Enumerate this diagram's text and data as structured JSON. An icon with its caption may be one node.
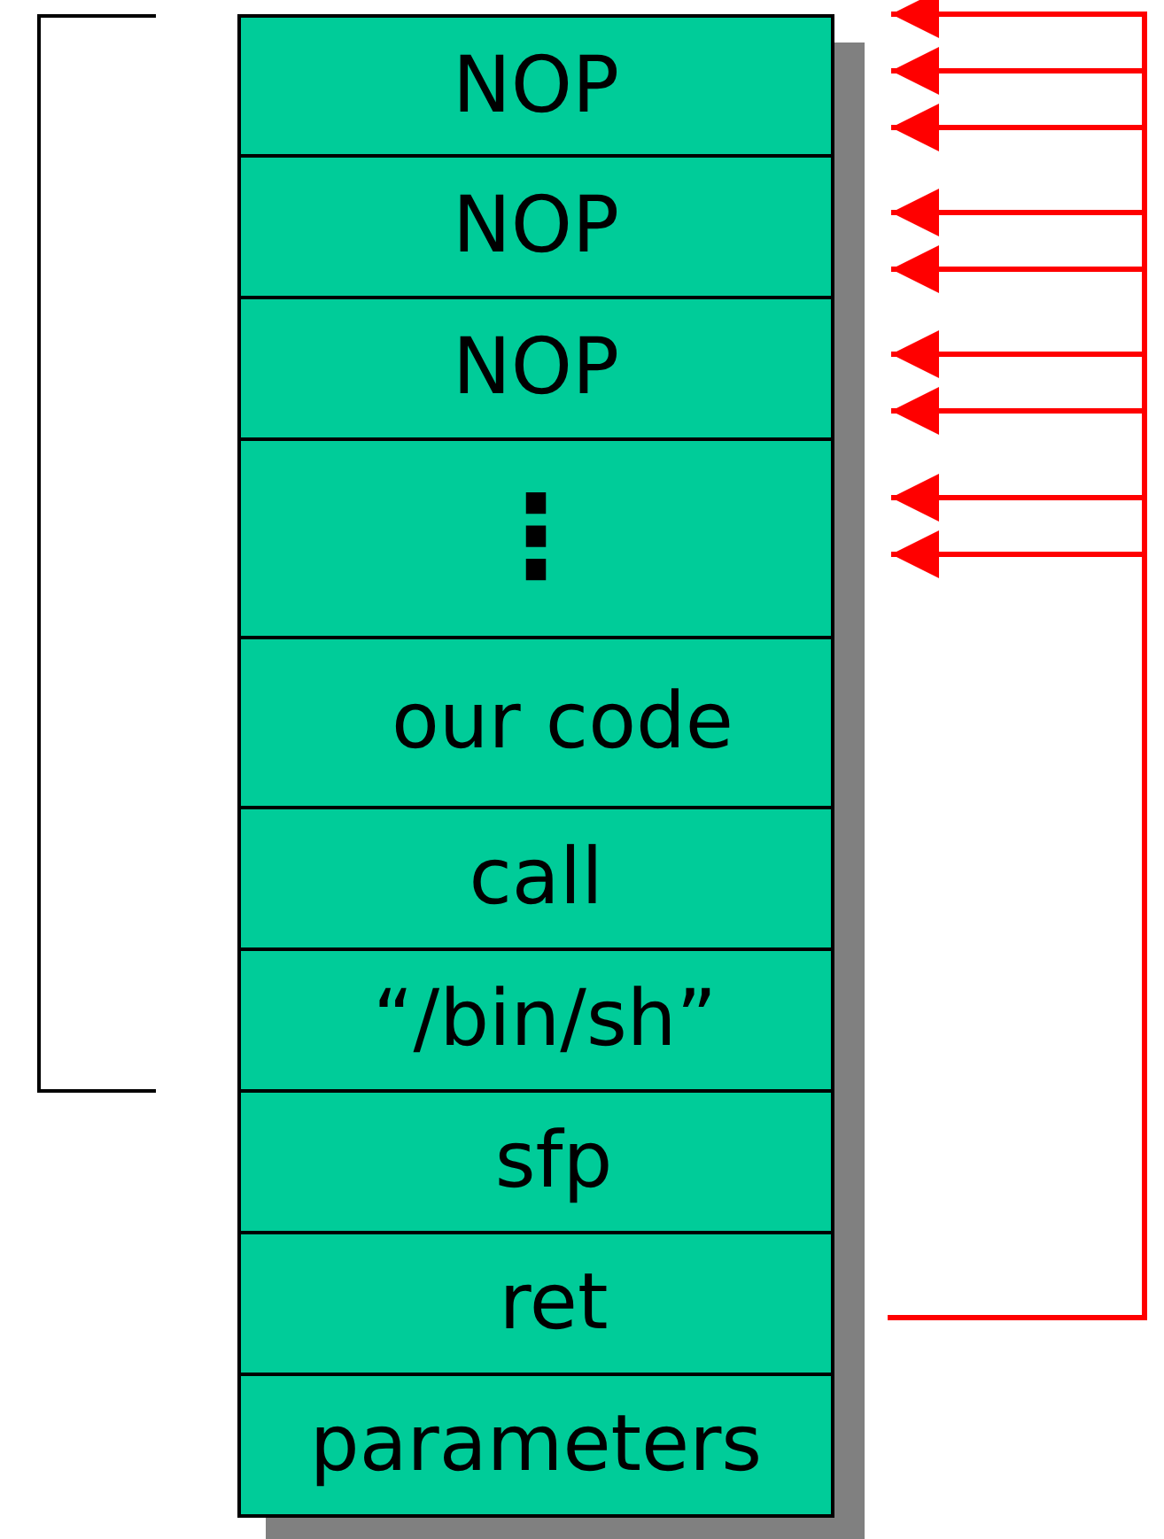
{
  "diagram": {
    "nodes": [
      {
        "text": [
          "NOP"
        ]
      },
      {
        "text": [
          "NOP"
        ]
      },
      {
        "text": [
          "NOP"
        ]
      },
      {
        "text": [
          "⋮"
        ]
      },
      {
        "text": [
          "our code"
        ]
      },
      {
        "text": [
          "call"
        ]
      },
      {
        "text": [
          "“/bin/sh”"
        ]
      },
      {
        "text": [
          "sfp"
        ]
      },
      {
        "text": [
          "ret"
        ]
      },
      {
        "text": [
          "parameters"
        ]
      }
    ],
    "edges": [
      {
        "from": 8,
        "to": 0,
        "arrow": "to",
        "color": "#ff0000"
      },
      {
        "from": 8,
        "to": 0,
        "arrow": "to",
        "color": "#ff0000"
      },
      {
        "from": 8,
        "to": 0,
        "arrow": "to",
        "color": "#ff0000"
      },
      {
        "from": 8,
        "to": 1,
        "arrow": "to",
        "color": "#ff0000"
      },
      {
        "from": 8,
        "to": 1,
        "arrow": "to",
        "color": "#ff0000"
      },
      {
        "from": 8,
        "to": 2,
        "arrow": "to",
        "color": "#ff0000"
      },
      {
        "from": 8,
        "to": 2,
        "arrow": "to",
        "color": "#ff0000"
      },
      {
        "from": 8,
        "to": 3,
        "arrow": "to",
        "color": "#ff0000"
      },
      {
        "from": 8,
        "to": 3,
        "arrow": "to",
        "color": "#ff0000"
      }
    ]
  }
}
